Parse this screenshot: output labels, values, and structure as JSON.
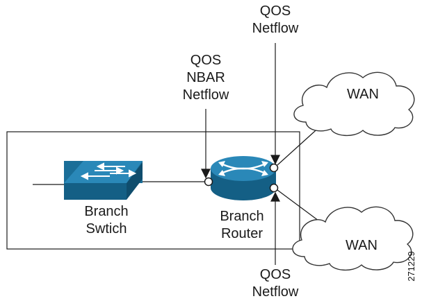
{
  "labels": {
    "router_top": {
      "line1": "QOS",
      "line2": "Netflow"
    },
    "router_left": {
      "line1": "QOS",
      "line2": "NBAR",
      "line3": "Netflow"
    },
    "router_bottom": {
      "line1": "QOS",
      "line2": "Netflow"
    },
    "switch": {
      "line1": "Branch",
      "line2": "Swtich"
    },
    "router": {
      "line1": "Branch",
      "line2": "Router"
    },
    "cloud_top": "WAN",
    "cloud_bottom": "WAN"
  },
  "figure_id": "271229",
  "colors": {
    "device_fill": "#1a6e98",
    "device_top": "#2a88b8",
    "device_front": "#145f85",
    "line": "#1a1a1a",
    "cloud_stroke": "#333333"
  },
  "icons": {
    "switch": "switch-icon",
    "router": "router-icon",
    "clouds": "cloud-icon"
  }
}
